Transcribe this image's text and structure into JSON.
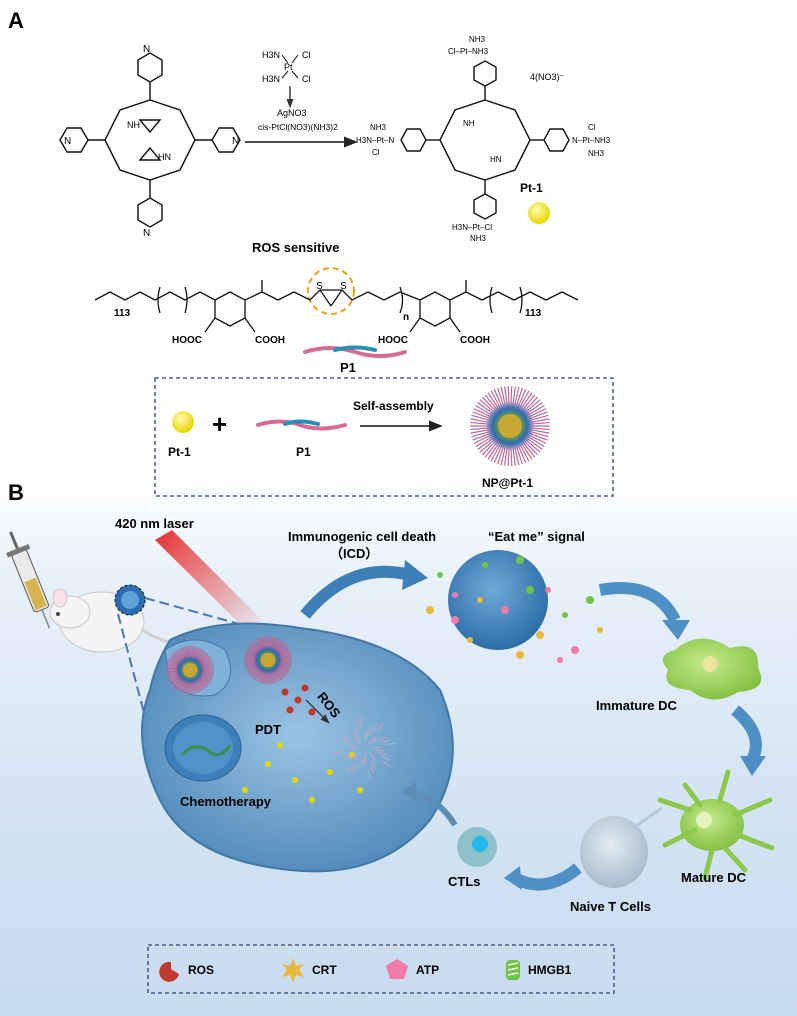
{
  "panel_a": {
    "label": "A",
    "reagent_formula": [
      "H3N",
      "Cl",
      "Pt",
      "H3N",
      "Cl"
    ],
    "reagent_agno3": "AgNO3",
    "reagent_name": "cis-PtCl(NO3)(NH3)2",
    "product_counterion": "4(NO3)⁻",
    "product_label": "Pt-1",
    "nh_label": "NH",
    "hn_label": "HN",
    "ros_sensitive": "ROS sensitive",
    "polymer_left_subscript": "113",
    "polymer_right_subscript": "113",
    "polymer_n": "n",
    "polymer_cooh_1": "HOOC",
    "polymer_cooh_2": "COOH",
    "polymer_cooh_3": "HOOC",
    "polymer_cooh_4": "COOH",
    "polymer_sulfur": "S",
    "polymer_label": "P1",
    "assembly_pt1": "Pt-1",
    "assembly_plus": "+",
    "assembly_p1": "P1",
    "assembly_arrow": "Self-assembly",
    "assembly_product": "NP@Pt-1"
  },
  "panel_b": {
    "label": "B",
    "laser": "420 nm laser",
    "icd_line1": "Immunogenic cell death",
    "icd_line2": "（ICD）",
    "eat_me": "“Eat me” signal",
    "immature_dc": "Immature DC",
    "mature_dc": "Mature DC",
    "naive_t": "Naive T Cells",
    "ctls": "CTLs",
    "pdt": "PDT",
    "ros": "ROS",
    "chemotherapy": "Chemotherapy"
  },
  "legend": [
    {
      "label": "ROS",
      "icon": "ros-icon",
      "color": "#c0392b"
    },
    {
      "label": "CRT",
      "icon": "crt-icon",
      "color": "#e8b93c"
    },
    {
      "label": "ATP",
      "icon": "atp-icon",
      "color": "#f07aa8"
    },
    {
      "label": "HMGB1",
      "icon": "hmgb1-icon",
      "color": "#6cc644"
    }
  ],
  "colors": {
    "dashed_box": "#2c3e75",
    "cell": "#5b97c4",
    "dc_green": "#9fd35a",
    "nanoparticle_pink": "#d8607e",
    "nanoparticle_blue": "#2b6cb0",
    "nanoparticle_core": "#c8a834",
    "arrow_blue": "#3f7fb8"
  }
}
